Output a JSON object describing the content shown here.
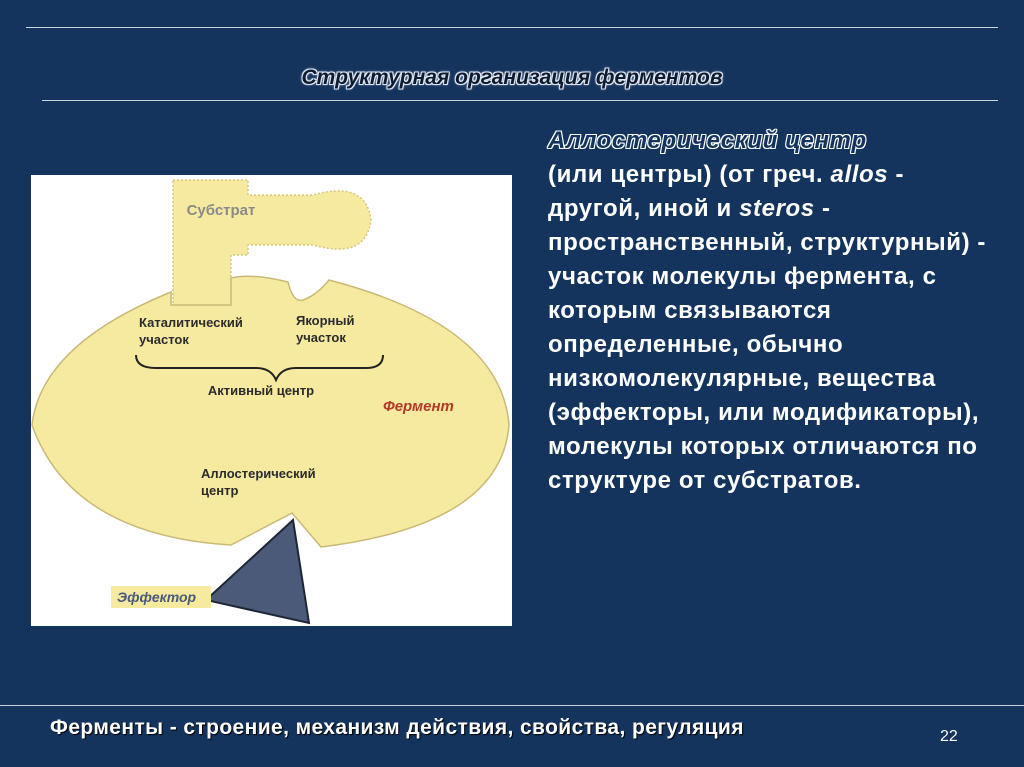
{
  "slide": {
    "title": "Структурная организация ферментов",
    "footer": "Ферменты - строение, механизм действия, свойства, регуляция",
    "page_number": "22"
  },
  "figure": {
    "substrate_label": "Субстрат",
    "catalytic_label_1": "Каталитический",
    "catalytic_label_2": "участок",
    "anchor_label_1": "Якорный",
    "anchor_label_2": "участок",
    "active_center_label": "Активный центр",
    "enzyme_label": "Фермент",
    "allosteric_label_1": "Аллостерический",
    "allosteric_label_2": "центр",
    "effector_label": "Эффектор",
    "colors": {
      "enzyme_fill": "#f6eaa0",
      "effector_fill": "#4a5a78",
      "enzyme_label_color": "#b23a2a"
    }
  },
  "body_text": {
    "heading": "Аллостерический центр",
    "p1": "(или центры) (от греч. ",
    "allos": "allos",
    "p2": " - другой, иной и ",
    "steros": "steros",
    "p3": " - пространственный, структурный) - участок молекулы фермента, с которым связываются определенные, обычно низкомолекулярные, вещества (эффекторы, или модификаторы), молекулы которых отличаются по структуре от субстратов."
  }
}
